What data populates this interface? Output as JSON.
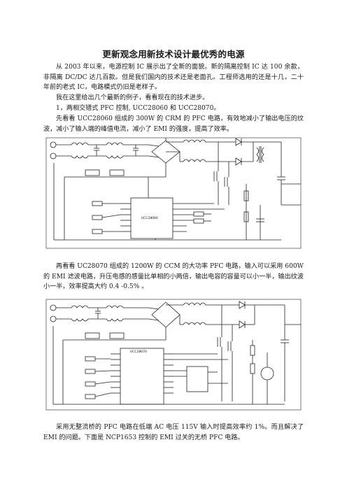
{
  "document": {
    "title": "更新观念用新技术设计最优秀的电源",
    "paragraphs": [
      "从 2003 年以来，电源控制 IC 展示出了全新的面貌。新的隔离控制 IC 达 100 余款，非隔离 DC/DC 达几百款。但是我们国内的技术还是老面孔。工程师选用的还是十几，二十年前的老式 IC，电路模式仍旧是老样子。",
      "我在这里给出几个最新的例子，看看现在的技术进步。",
      "1，两相交错式 PFC 控制, UCC28060 和 UCC28070。",
      "先看看 UCC28060 组成的 300W 的 CRM 的 PFC 电路，有效地减小了输出电压的纹波，减小了输入端的峰值电流，减小了 EMI 的强度，提高了效率。",
      "再看看 UC28070 组成的 1200W 的 CCM 的大功率 PFC 电路，输入可以采用 600W 的 EMI 滤波电路，升压电感的感量比单相的小两倍，输出电容的容量可以小一半，输出纹波小一半，效率提高大约 0.4 -0.5% 。",
      "采用无整流桥的 PFC 电路在低端 AC 电压 115V 输入时提高效率约 1%。而且解决了 EMI 的问题。下面是 NCP1653 控制的 EMI 过关的无桥 PFC 电路。"
    ],
    "figures": [
      {
        "ic_label": "UCC28060"
      },
      {
        "ic_label": "UCC28070"
      }
    ]
  }
}
